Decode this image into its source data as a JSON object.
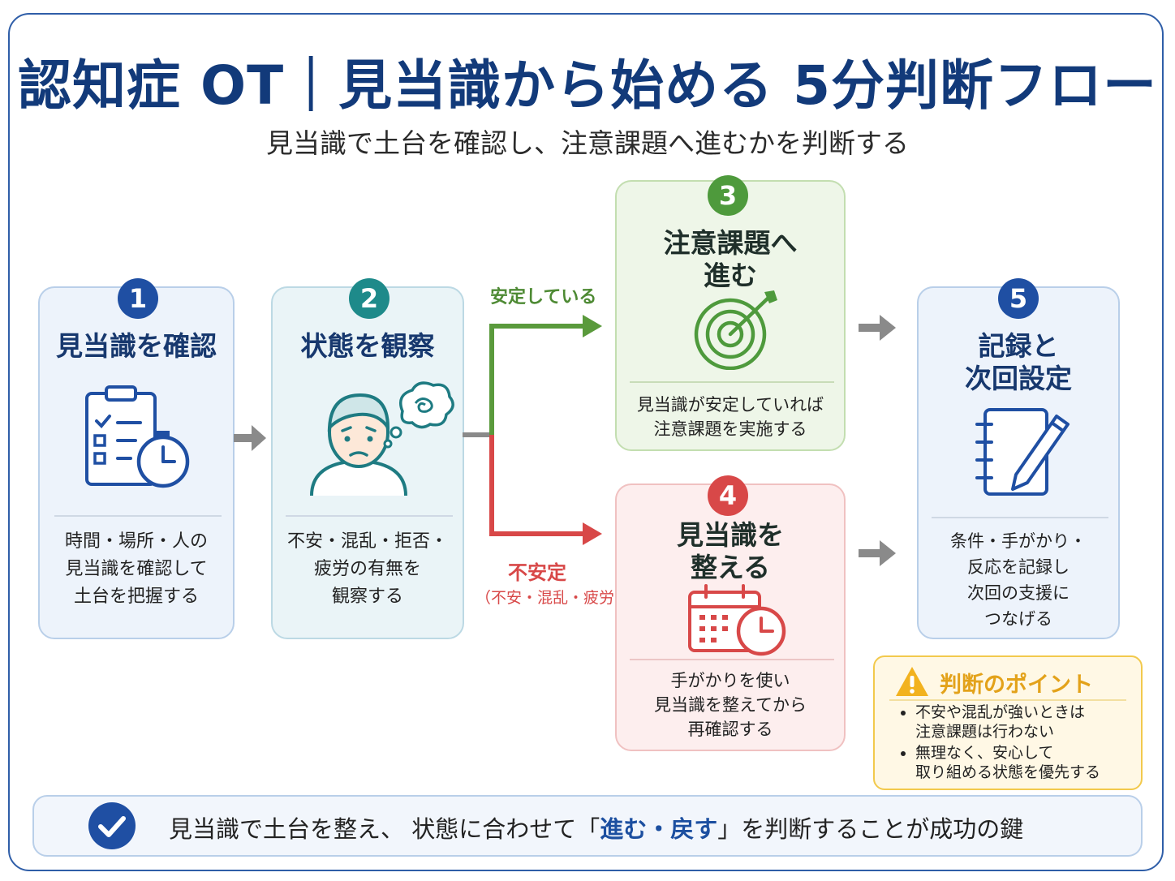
{
  "title": "認知症 OT｜見当識から始める 5分判断フロー",
  "subtitle": "見当識で土台を確認し、注意課題へ進むかを判断する",
  "steps": [
    {
      "num": "1",
      "title": "見当識を確認",
      "desc": [
        "時間・場所・人の",
        "見当識を確認して",
        "土台を把握する"
      ],
      "icon": "clipboard-clock-icon",
      "color": "#1f4fa3"
    },
    {
      "num": "2",
      "title": "状態を観察",
      "desc": [
        "不安・混乱・拒否・",
        "疲労の有無を",
        "観察する"
      ],
      "icon": "worried-person-icon",
      "color": "#1e8a8a"
    },
    {
      "num": "3",
      "title": [
        "注意課題へ",
        "進む"
      ],
      "desc": [
        "見当識が安定していれば",
        "注意課題を実施する"
      ],
      "icon": "target-icon",
      "color": "#4e9a3c"
    },
    {
      "num": "4",
      "title": [
        "見当識を",
        "整える"
      ],
      "desc": [
        "手がかりを使い",
        "見当識を整えてから",
        "再確認する"
      ],
      "icon": "calendar-clock-icon",
      "color": "#d84848"
    },
    {
      "num": "5",
      "title": [
        "記録と",
        "次回設定"
      ],
      "desc": [
        "条件・手がかり・",
        "反応を記録し",
        "次回の支援に",
        "つなげる"
      ],
      "icon": "notebook-pencil-icon",
      "color": "#1f4fa3"
    }
  ],
  "branch": {
    "stable_label": "安定している",
    "unstable_label": "不安定",
    "unstable_sub": "（不安・混乱・疲労）",
    "stable_color": "#5a9a3c",
    "unstable_color": "#d84848"
  },
  "warning": {
    "title": "判断のポイント",
    "icon": "warning-icon",
    "items": [
      [
        "不安や混乱が強いときは",
        "注意課題は行わない"
      ],
      [
        "無理なく、安心して",
        "取り組める状態を優先する"
      ]
    ]
  },
  "bottom": {
    "icon": "check-circle-icon",
    "pre": "見当識で土台を整え、 状態に合わせて「",
    "highlight": "進む・戻す",
    "post": "」を判断することが成功の鍵"
  }
}
